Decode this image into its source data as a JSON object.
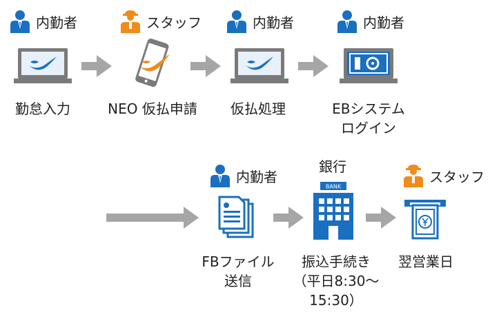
{
  "colors": {
    "internal": "#1a6fc0",
    "staff": "#f08c1a",
    "arrow": "#a6a6a6",
    "device": "#7a7a7a",
    "screen_bg": "#e8f1fa"
  },
  "row1": [
    {
      "role": "内勤者",
      "role_type": "internal",
      "icon": "laptop-logo-icon",
      "label": "勤怠入力"
    },
    {
      "role": "スタッフ",
      "role_type": "staff",
      "icon": "smartphone-logo-icon",
      "label": "NEO 仮払申請"
    },
    {
      "role": "内勤者",
      "role_type": "internal",
      "icon": "laptop-logo-icon",
      "label": "仮払処理"
    },
    {
      "role": "内勤者",
      "role_type": "internal",
      "icon": "laptop-safe-icon",
      "label_line1": "EBシステム",
      "label_line2": "ログイン"
    }
  ],
  "row2": [
    {
      "role": "内勤者",
      "role_type": "internal",
      "icon": "documents-icon",
      "label_line1": "FBファイル",
      "label_line2": "送信"
    },
    {
      "role": "銀行",
      "icon": "bank-building-icon",
      "bank_sign": "BANK",
      "label_line1": "振込手続き",
      "label_line2": "（平日8:30～",
      "label_line3": "15:30）"
    },
    {
      "role": "スタッフ",
      "role_type": "staff",
      "icon": "atm-cash-icon",
      "label": "翌営業日"
    }
  ]
}
